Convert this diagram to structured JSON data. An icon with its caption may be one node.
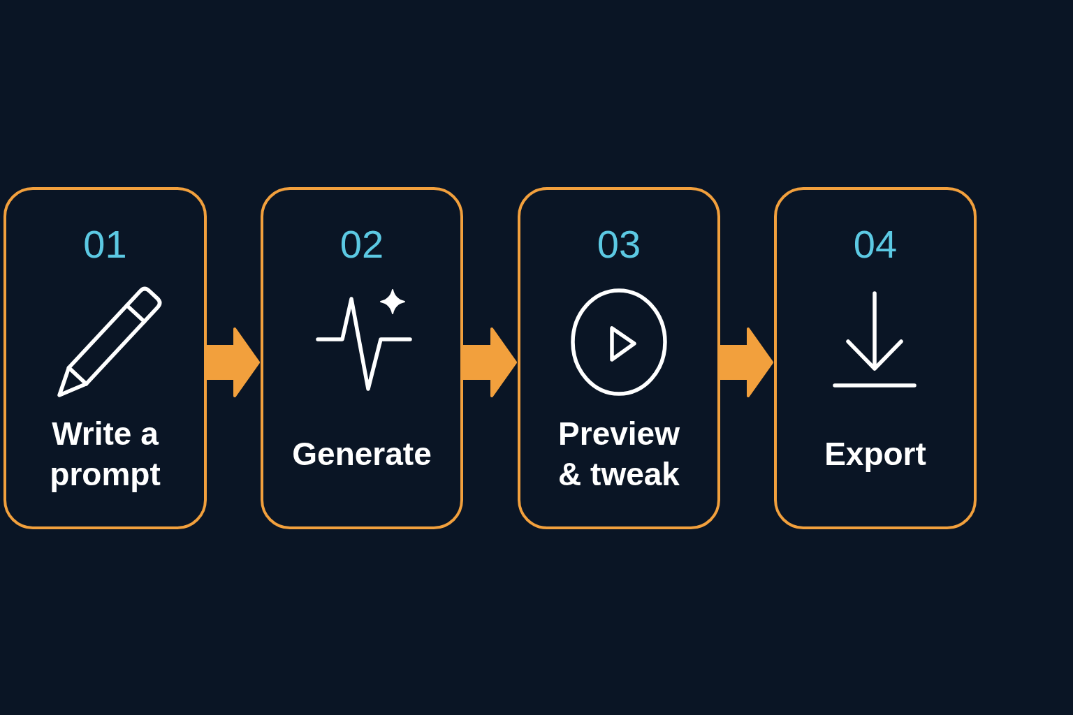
{
  "diagram": {
    "nodes": [
      {
        "text": [
          "01",
          "Write a prompt"
        ]
      },
      {
        "text": [
          "02",
          "Generate"
        ]
      },
      {
        "text": [
          "03",
          "Preview & tweak"
        ]
      },
      {
        "text": [
          "04",
          "Export"
        ]
      }
    ],
    "edges": [
      {
        "from": 0,
        "to": 1,
        "arrow": "to"
      },
      {
        "from": 1,
        "to": 2,
        "arrow": "to"
      },
      {
        "from": 2,
        "to": 3,
        "arrow": "to"
      }
    ]
  }
}
